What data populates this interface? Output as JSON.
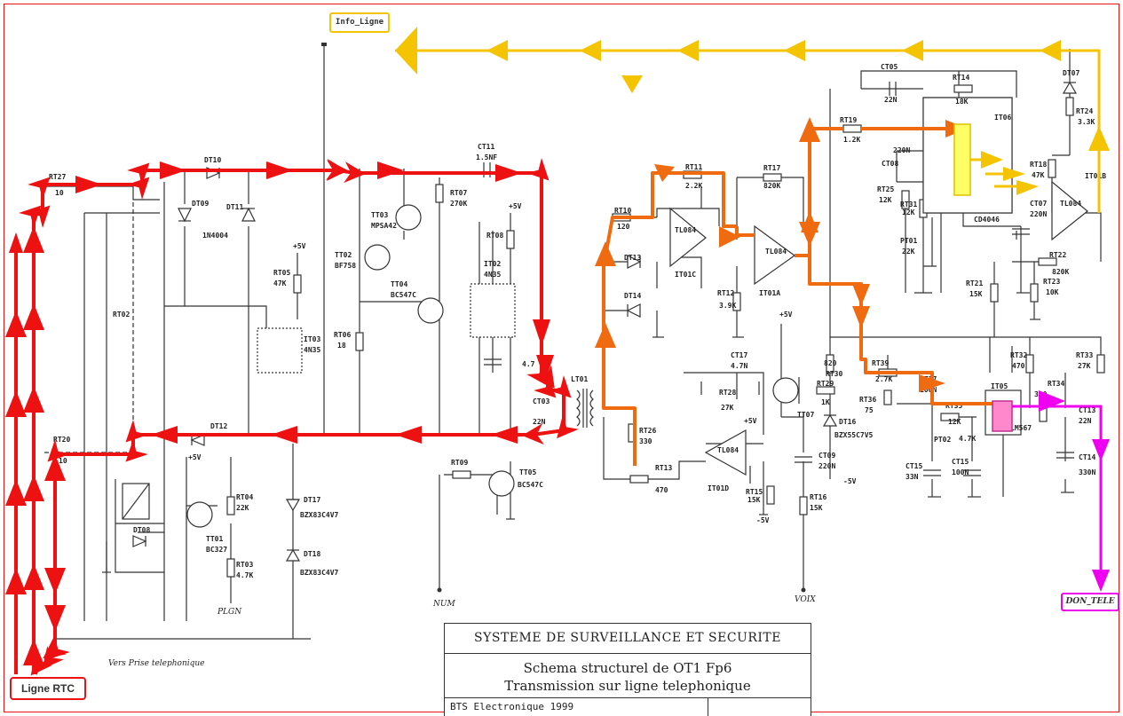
{
  "tags": {
    "info_ligne": "Info_Ligne",
    "ligne_rtc": "Ligne RTC",
    "don_tele": "DON_TELE"
  },
  "title_block": {
    "line1": "SYSTEME DE SURVEILLANCE ET SECURITE",
    "line2": "Schema structurel de OT1  Fp6",
    "line3": "Transmission sur ligne telephonique",
    "line4": "BTS Electronique 1999"
  },
  "labels": {
    "vers_prise": "Vers Prise telephonique",
    "plgn": "PLGN",
    "num": "NUM",
    "voix": "VOIX",
    "rt27": "RT27",
    "rt27_v": "10",
    "rt20": "RT20",
    "rt20_v": "10",
    "dt10": "DT10",
    "dt09": "DT09",
    "dt11": "DT11",
    "in4004": "1N4004",
    "rt02": "RT02",
    "rt05": "RT05",
    "rt05_v": "47K",
    "it03": "IT03",
    "it03_v": "4N35",
    "tt03": "TT03",
    "tt03_v": "MPSA42",
    "tt02": "TT02",
    "tt02_v": "BF758",
    "tt04": "TT04",
    "tt04_v": "BC547C",
    "rt07": "RT07",
    "rt07_v": "270K",
    "rt06": "RT06",
    "rt06_v": "18",
    "ct11": "CT11",
    "ct11_v": "1.5NF",
    "it02": "IT02",
    "it02_v": "4N35",
    "rt08": "RT08",
    "ct01_v": "4.7",
    "ct03": "CT03",
    "ct03_v": "22N",
    "lt01": "LT01",
    "dt12": "DT12",
    "dt17": "DT17",
    "dt17_v": "BZX83C4V7",
    "dt18": "DT18",
    "dt18_v": "BZX83C4V7",
    "dt08": "DT08",
    "rt04": "RT04",
    "rt04_v": "22K",
    "tt01": "TT01",
    "tt01_v": "BC327",
    "rt03": "RT03",
    "rt03_v": "4.7K",
    "rt09": "RT09",
    "tt05": "TT05",
    "tt05_v": "BC547C",
    "rt10": "RT10",
    "rt10_v": "120",
    "rt11": "RT11",
    "rt11_v": "2.2K",
    "dt13": "DT13",
    "dt14": "DT14",
    "tl084": "TL084",
    "it01c": "IT01C",
    "it01a": "IT01A",
    "it01d": "IT01D",
    "rt12": "RT12",
    "rt12_v": "3.9K",
    "rt17": "RT17",
    "rt17_v": "820K",
    "rt26": "RT26",
    "rt26_v": "330",
    "rt13": "RT13",
    "rt13_v": "470",
    "ct17": "CT17",
    "ct17_v": "4.7N",
    "rt28": "RT28",
    "rt28_v": "27K",
    "rt15": "RT15",
    "rt15_v": "15K",
    "m5v": "-5V",
    "p5v": "+5V",
    "tt07": "TT07",
    "rt29": "RT29",
    "rt29_v": "1K",
    "rt30": "RT30",
    "rt30_v": "820",
    "dt16": "DT16",
    "dt16_v": "BZX55C7V5",
    "ct09": "CT09",
    "ct09_v": "220N",
    "rt16": "RT16",
    "rt16_v": "15K",
    "ct05": "CT05",
    "ct05_v": "22N",
    "rt14": "RT14",
    "rt14_v": "18K",
    "rt19": "RT19",
    "rt19_v": "1.2K",
    "it06": "IT06",
    "cd4046": "CD4046",
    "ct08": "CT08",
    "ct08_v": "220N",
    "rt25": "RT25",
    "rt25_v": "12K",
    "rt31": "RT31",
    "rt31_v": "12K",
    "pt01": "PT01",
    "pt01_v": "22K",
    "dt07": "DT07",
    "rt24": "RT24",
    "rt24_v": "3.3K",
    "rt18": "RT18",
    "rt18_v": "47K",
    "it01b": "IT01B",
    "ct07": "CT07",
    "ct07_v": "220N",
    "rt22": "RT22",
    "rt22_v": "820K",
    "rt23": "RT23",
    "rt23_v": "10K",
    "rt21": "RT21",
    "rt21_v": "15K",
    "rt39": "RT39",
    "rt39_v": "2.7K",
    "ct17b": "CT17",
    "ct17b_v": "100N",
    "rt36": "RT36",
    "rt36_v": "75",
    "rt32": "RT32",
    "rt32_v": "470",
    "rt33": "RT33",
    "rt33_v": "27K",
    "rt34": "RT34",
    "rt34_v": "390",
    "it05": "IT05",
    "lm567": "LM567",
    "rt35": "RT35",
    "rt35_v": "12K",
    "pt02": "PT02",
    "pt02_v": "4.7K",
    "ct15": "CT15",
    "ct15_v": "33N",
    "ct16": "CT15",
    "ct16_v": "100N",
    "ct13": "CT13",
    "ct13_v": "22N",
    "ct14": "CT14",
    "ct14_v": "330N"
  },
  "colors": {
    "path_line": "#ee1111",
    "path_analog": "#f06a10",
    "path_info": "#f5c400",
    "path_data": "#f000f0",
    "frame": "#ee1111"
  }
}
